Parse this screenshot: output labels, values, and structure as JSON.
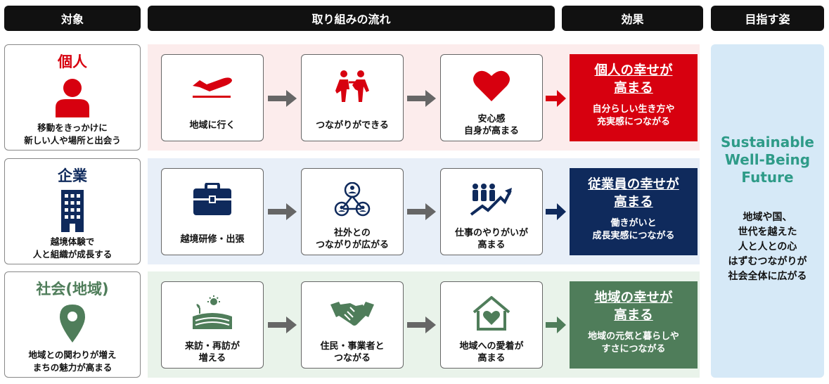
{
  "headers": {
    "target": "対象",
    "process": "取り組みの流れ",
    "effect": "効果",
    "goal": "目指す姿"
  },
  "rows": [
    {
      "target": {
        "title": "個人",
        "icon": "person-icon",
        "desc_line1": "移動をきっかけに",
        "desc_line2": "新しい人や場所と出会う"
      },
      "steps": [
        {
          "icon": "airplane-icon",
          "label": "地域に行く"
        },
        {
          "icon": "people-connecting-icon",
          "label": "つながりができる"
        },
        {
          "icon": "heart-icon",
          "label": "安心感\n自身が高まる"
        }
      ],
      "effect": {
        "title": "個人の幸せが\n高まる",
        "desc": "自分らしい生き方や\n充実感につながる"
      }
    },
    {
      "target": {
        "title": "企業",
        "icon": "building-icon",
        "desc_line1": "越境体験で",
        "desc_line2": "人と組織が成長する"
      },
      "steps": [
        {
          "icon": "briefcase-icon",
          "label": "越境研修・出張"
        },
        {
          "icon": "network-icon",
          "label": "社外との\nつながりが広がる"
        },
        {
          "icon": "growth-chart-icon",
          "label": "仕事のやりがいが\n高まる"
        }
      ],
      "effect": {
        "title": "従業員の幸せが\n高まる",
        "desc": "働きがいと\n成長実感につながる"
      }
    },
    {
      "target": {
        "title": "社会(地域)",
        "icon": "map-pin-icon",
        "desc_line1": "地域との関わりが増え",
        "desc_line2": "まちの魅力が高まる"
      },
      "steps": [
        {
          "icon": "farmland-icon",
          "label": "来訪・再訪が\n増える"
        },
        {
          "icon": "handshake-icon",
          "label": "住民・事業者と\nつながる"
        },
        {
          "icon": "home-heart-icon",
          "label": "地域への愛着が\n高まる"
        }
      ],
      "effect": {
        "title": "地域の幸せが\n高まる",
        "desc": "地域の元気と暮らしや\nすさにつながる"
      }
    }
  ],
  "goal": {
    "title_line1": "Sustainable",
    "title_line2": "Well-Being",
    "title_line3": "Future",
    "desc_line1": "地域や国、",
    "desc_line2": "世代を越えた",
    "desc_line3": "人と人との心",
    "desc_line4": "はずむつながりが",
    "desc_line5": "社会全体に広がる"
  },
  "colors": {
    "individual": "#d7000f",
    "company": "#0f2a5c",
    "society": "#4f7d5a",
    "band_individual": "#fcecec",
    "band_company": "#e8eff8",
    "band_society": "#e9f3ea",
    "goal_bg": "#d6e9f7",
    "goal_title": "#2e9b88"
  }
}
